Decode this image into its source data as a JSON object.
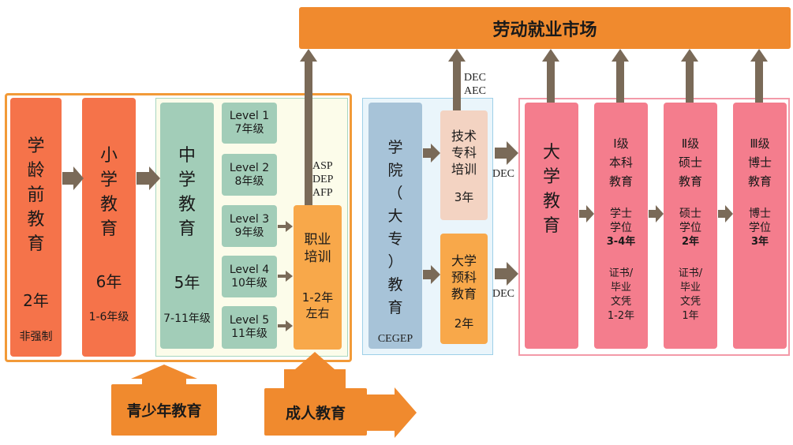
{
  "colors": {
    "orange_dark": "#f08a2e",
    "orange_frame": "#f29a38",
    "red_orange": "#f5734a",
    "green": "#a2cdb8",
    "green_bg": "#fcfcea",
    "blue_bg": "#eaf5fb",
    "blue_frame": "#9ed0e8",
    "steel": "#a7c3d8",
    "peach": "#f3d3c2",
    "light_orange": "#f8a84a",
    "pink": "#f47d8d",
    "pink_frame": "#f39aa8",
    "arrow_gray": "#7a6a58"
  },
  "market": {
    "label": "劳动就业市场"
  },
  "preschool": {
    "title": "学\n龄\n前\n教\n育",
    "years": "2年",
    "note": "非强制"
  },
  "primary": {
    "title": "小\n学\n教\n育",
    "years": "6年",
    "note": "1-6年级"
  },
  "secondary": {
    "title": "中\n学\n教\n育",
    "years": "5年",
    "note": "7-11年级"
  },
  "levels": [
    {
      "label": "Level 1",
      "grade": "7年级"
    },
    {
      "label": "Level 2",
      "grade": "8年级"
    },
    {
      "label": "Level 3",
      "grade": "9年级"
    },
    {
      "label": "Level 4",
      "grade": "10年级"
    },
    {
      "label": "Level 5",
      "grade": "11年级"
    }
  ],
  "vocational": {
    "title": "职业\n培训",
    "years": "1-2年\n左右"
  },
  "vocational_credentials": "ASP\nDEP\nAFP",
  "cegep": {
    "title": "学\n院\n（\n大\n专\n）\n教\n育",
    "name": "CEGEP"
  },
  "technical": {
    "title": "技术\n专科\n培训",
    "years": "3年",
    "credentials": "DEC\nAEC",
    "out": "DEC"
  },
  "preuniv": {
    "title": "大学\n预科\n教育",
    "years": "2年",
    "out": "DEC"
  },
  "university": {
    "title": "大\n学\n教\n育"
  },
  "bachelor": {
    "title": "Ⅰ级\n本科\n教育",
    "degree": "学士\n学位",
    "years": "3-4年",
    "cert": "证书/\n毕业\n文凭\n1-2年"
  },
  "master": {
    "title": "Ⅱ级\n硕士\n教育",
    "degree": "硕士\n学位",
    "years": "2年",
    "cert": "证书/\n毕业\n文凭\n1年"
  },
  "doctor": {
    "title": "Ⅲ级\n博士\n教育",
    "degree": "博士\n学位",
    "years": "3年"
  },
  "youth": {
    "label": "青少年教育"
  },
  "adult": {
    "label": "成人教育"
  }
}
